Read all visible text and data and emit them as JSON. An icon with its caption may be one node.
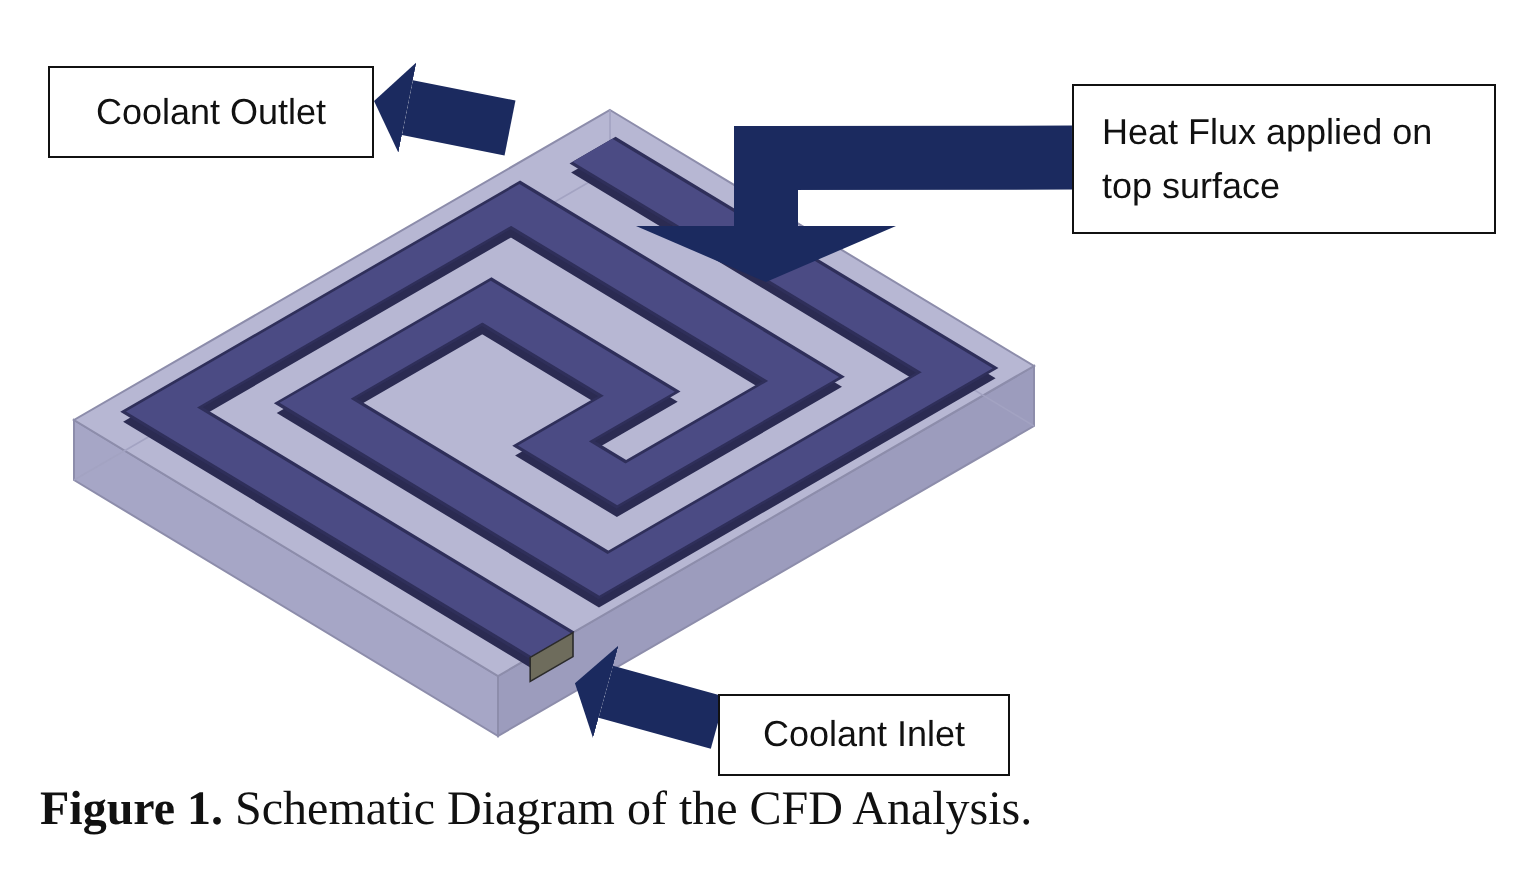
{
  "diagram": {
    "caption": "**Figure 1.** Schematic Diagram of the CFD Analysis.",
    "nodes": [
      {
        "text": [
          "Coolant Outlet"
        ]
      },
      {
        "text": [
          "Heat Flux applied on top surface"
        ]
      },
      {
        "text": [],
        "shape": "box"
      },
      {
        "text": [
          "Coolant Inlet"
        ]
      }
    ],
    "edges": [
      {
        "from": null,
        "to": 0,
        "arrow": "to"
      },
      {
        "from": 1,
        "to": null,
        "arrow": "to"
      },
      {
        "from": 3,
        "to": 2,
        "arrow": "to"
      }
    ]
  }
}
